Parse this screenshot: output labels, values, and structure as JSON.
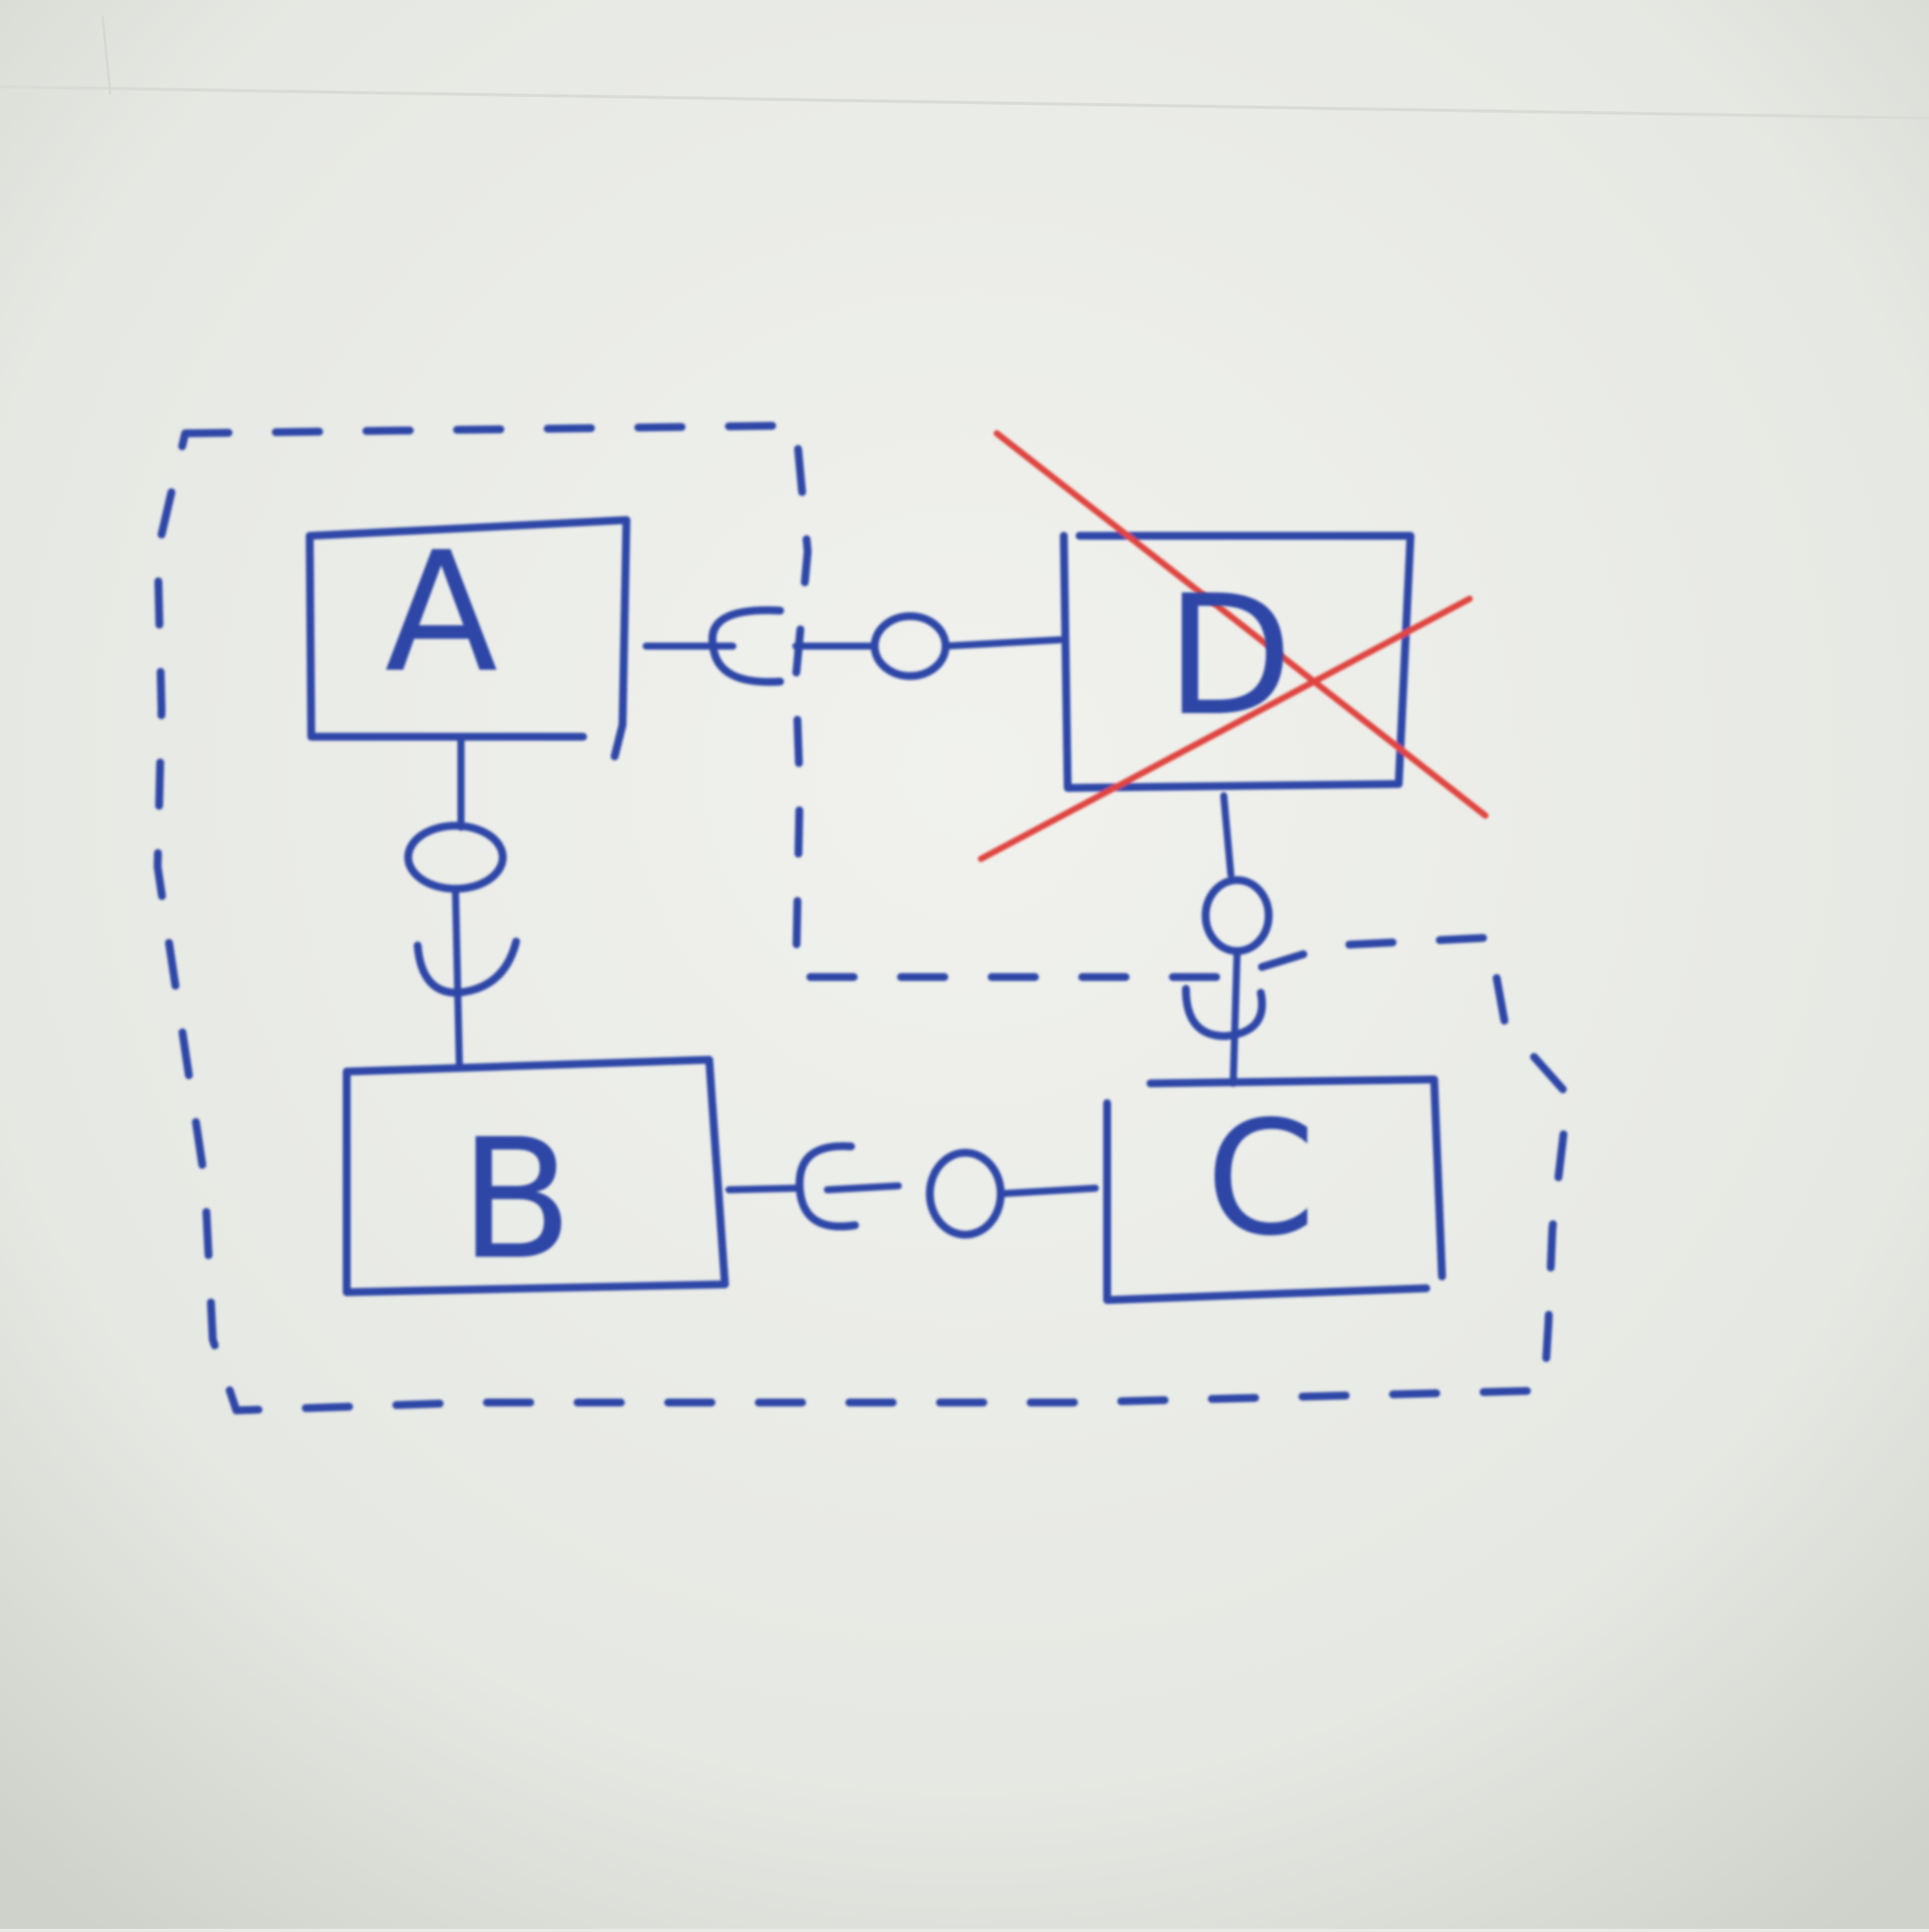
{
  "diagram": {
    "kind": "hand-drawn component diagram",
    "ink_color": "#2f47a7",
    "strike_color": "#e0443f",
    "paper_color": "#e9ebe6",
    "components": [
      {
        "id": "A",
        "label": "A",
        "struck_out": false
      },
      {
        "id": "B",
        "label": "B",
        "struck_out": false
      },
      {
        "id": "C",
        "label": "C",
        "struck_out": false
      },
      {
        "id": "D",
        "label": "D",
        "struck_out": true
      }
    ],
    "connections": [
      {
        "from": "A",
        "to": "D",
        "style": "socket-ball"
      },
      {
        "from": "A",
        "to": "B",
        "style": "ball-socket"
      },
      {
        "from": "B",
        "to": "C",
        "style": "socket-ball"
      },
      {
        "from": "D",
        "to": "C",
        "style": "ball-socket"
      }
    ],
    "boundary": {
      "style": "dashed",
      "encloses": [
        "A",
        "B",
        "C"
      ]
    }
  }
}
